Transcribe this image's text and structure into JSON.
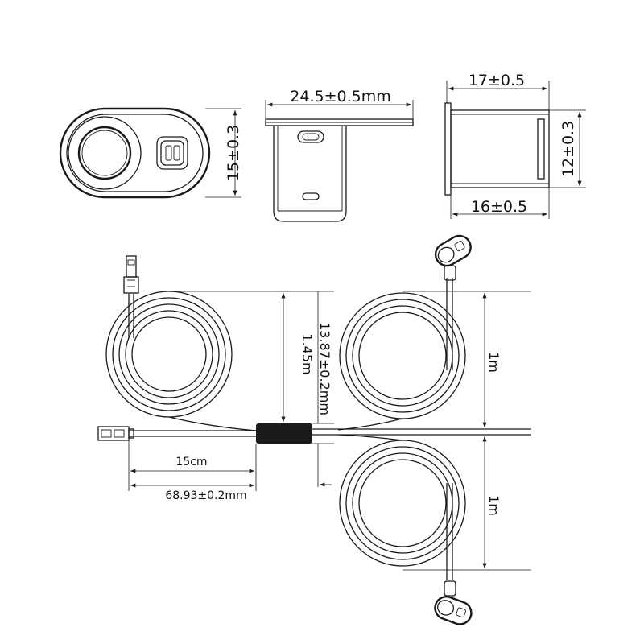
{
  "dimensions": {
    "front_height": "15±0.3",
    "top_width": "24.5±0.5mm",
    "side_top": "17±0.5",
    "side_height": "12±0.3",
    "side_bottom": "16±0.5",
    "loop_height_left": "1.45m",
    "sleeve_offset": "13.87±0.2mm",
    "loop_right_top": "1m",
    "loop_right_bottom": "1m",
    "connector_to_sleeve": "15cm",
    "sleeve_position": "68.93±0.2mm"
  }
}
